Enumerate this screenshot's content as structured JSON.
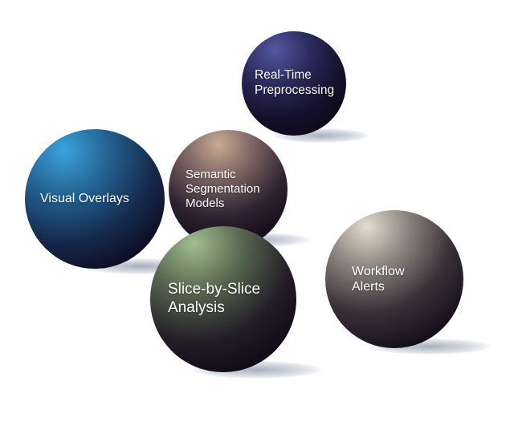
{
  "diagram": {
    "nodes": [
      {
        "id": "realtime",
        "label_lines": [
          "Real-Time",
          "Preprocessing"
        ],
        "color_highlight": "#4b4f86",
        "color_base": "#0c0714"
      },
      {
        "id": "semantic",
        "label_lines": [
          "Semantic",
          "Segmentation",
          "Models"
        ],
        "color_highlight": "#b49a85",
        "color_base": "#0c0714"
      },
      {
        "id": "overlays",
        "label_lines": [
          "Visual Overlays"
        ],
        "color_highlight": "#2f8fc8",
        "color_base": "#0a0616"
      },
      {
        "id": "slice",
        "label_lines": [
          "Slice-by-Slice",
          "Analysis"
        ],
        "color_highlight": "#93ad86",
        "color_base": "#0b0613"
      },
      {
        "id": "workflow",
        "label_lines": [
          "Workflow",
          "Alerts"
        ],
        "color_highlight": "#d8d3c7",
        "color_base": "#0c0714"
      }
    ]
  }
}
